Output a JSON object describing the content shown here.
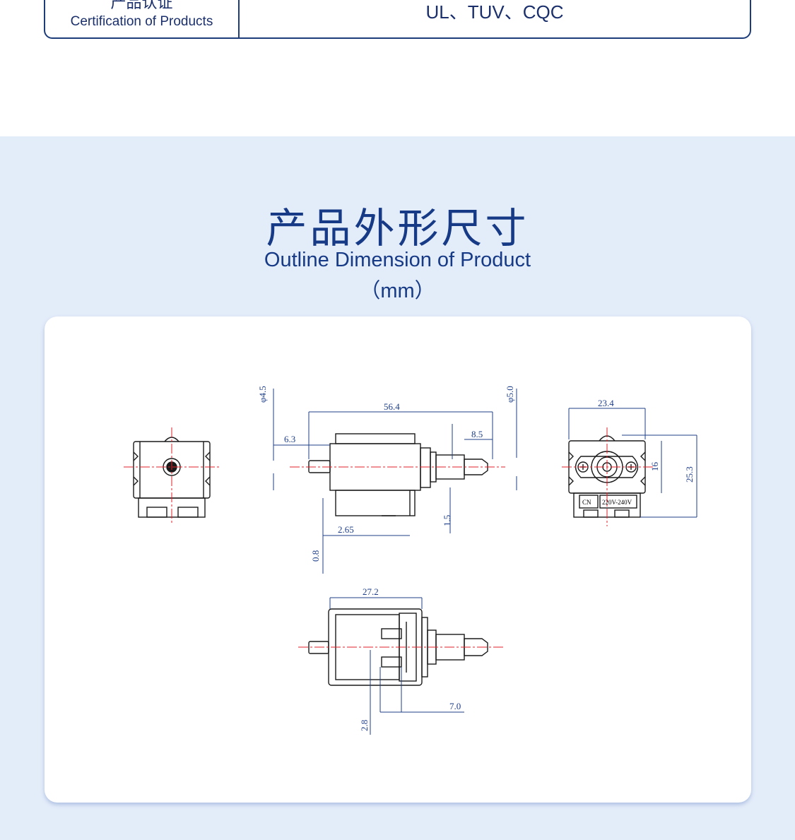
{
  "certification": {
    "label_cn": "产品认证",
    "label_en": "Certification of Products",
    "value": "UL、TUV、CQC"
  },
  "dimension_section": {
    "title_cn": "产品外形尺寸",
    "title_en": "Outline Dimension of Product",
    "unit": "（mm）"
  },
  "drawing": {
    "dim_phi45": "φ4.5",
    "dim_564": "56.4",
    "dim_phi50": "φ5.0",
    "dim_63": "6.3",
    "dim_85": "8.5",
    "dim_265": "2.65",
    "dim_15": "1.5",
    "dim_08": "0.8",
    "dim_234": "23.4",
    "dim_16": "16",
    "dim_253": "25.3",
    "label_cn": "CN",
    "label_voltage": "220V-240V",
    "dim_272": "27.2",
    "dim_70": "7.0",
    "dim_28": "2.8"
  },
  "colors": {
    "navy": "#1d3d7a",
    "section_bg": "#e3ecf9",
    "centerline": "#e0202a",
    "dimension": "#1f3f8a"
  }
}
